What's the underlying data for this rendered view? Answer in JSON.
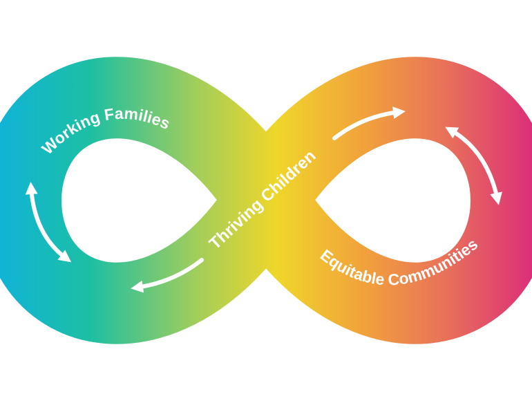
{
  "labels": {
    "left_loop": "Working Families",
    "center": "Thriving Children",
    "right_loop": "Equitable Communities"
  },
  "colors": {
    "gradient": [
      "#10b4d6",
      "#1dbfa3",
      "#9ccd5e",
      "#f0d62a",
      "#f1a33b",
      "#e8705a",
      "#dc2f78"
    ],
    "arrow": "#ffffff",
    "text": "#ffffff",
    "background": "#ffffff"
  },
  "icons": [
    "double-arrow-icon",
    "curved-arrow-icon"
  ]
}
